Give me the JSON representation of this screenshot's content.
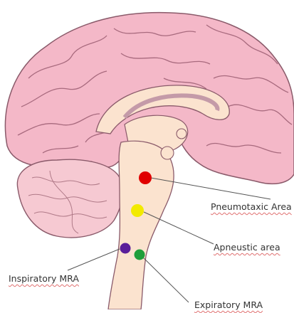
{
  "labels": {
    "pneumotaxic": "Pneumotaxic Area",
    "apneustic": "Apneustic area",
    "inspiratory": "Inspiratory MRA",
    "expiratory": "Expiratory MRA"
  },
  "colors": {
    "cortex": "#f4b8c8",
    "cortex_outline": "#8a5a6a",
    "brainstem": "#fbe3cf",
    "cerebellum": "#f6c9d2",
    "pneumotaxic_dot": "#e00000",
    "apneustic_dot": "#f2ea00",
    "inspiratory_dot": "#5a1e9a",
    "expiratory_dot": "#1f9e3a",
    "leader_line": "#555555"
  }
}
